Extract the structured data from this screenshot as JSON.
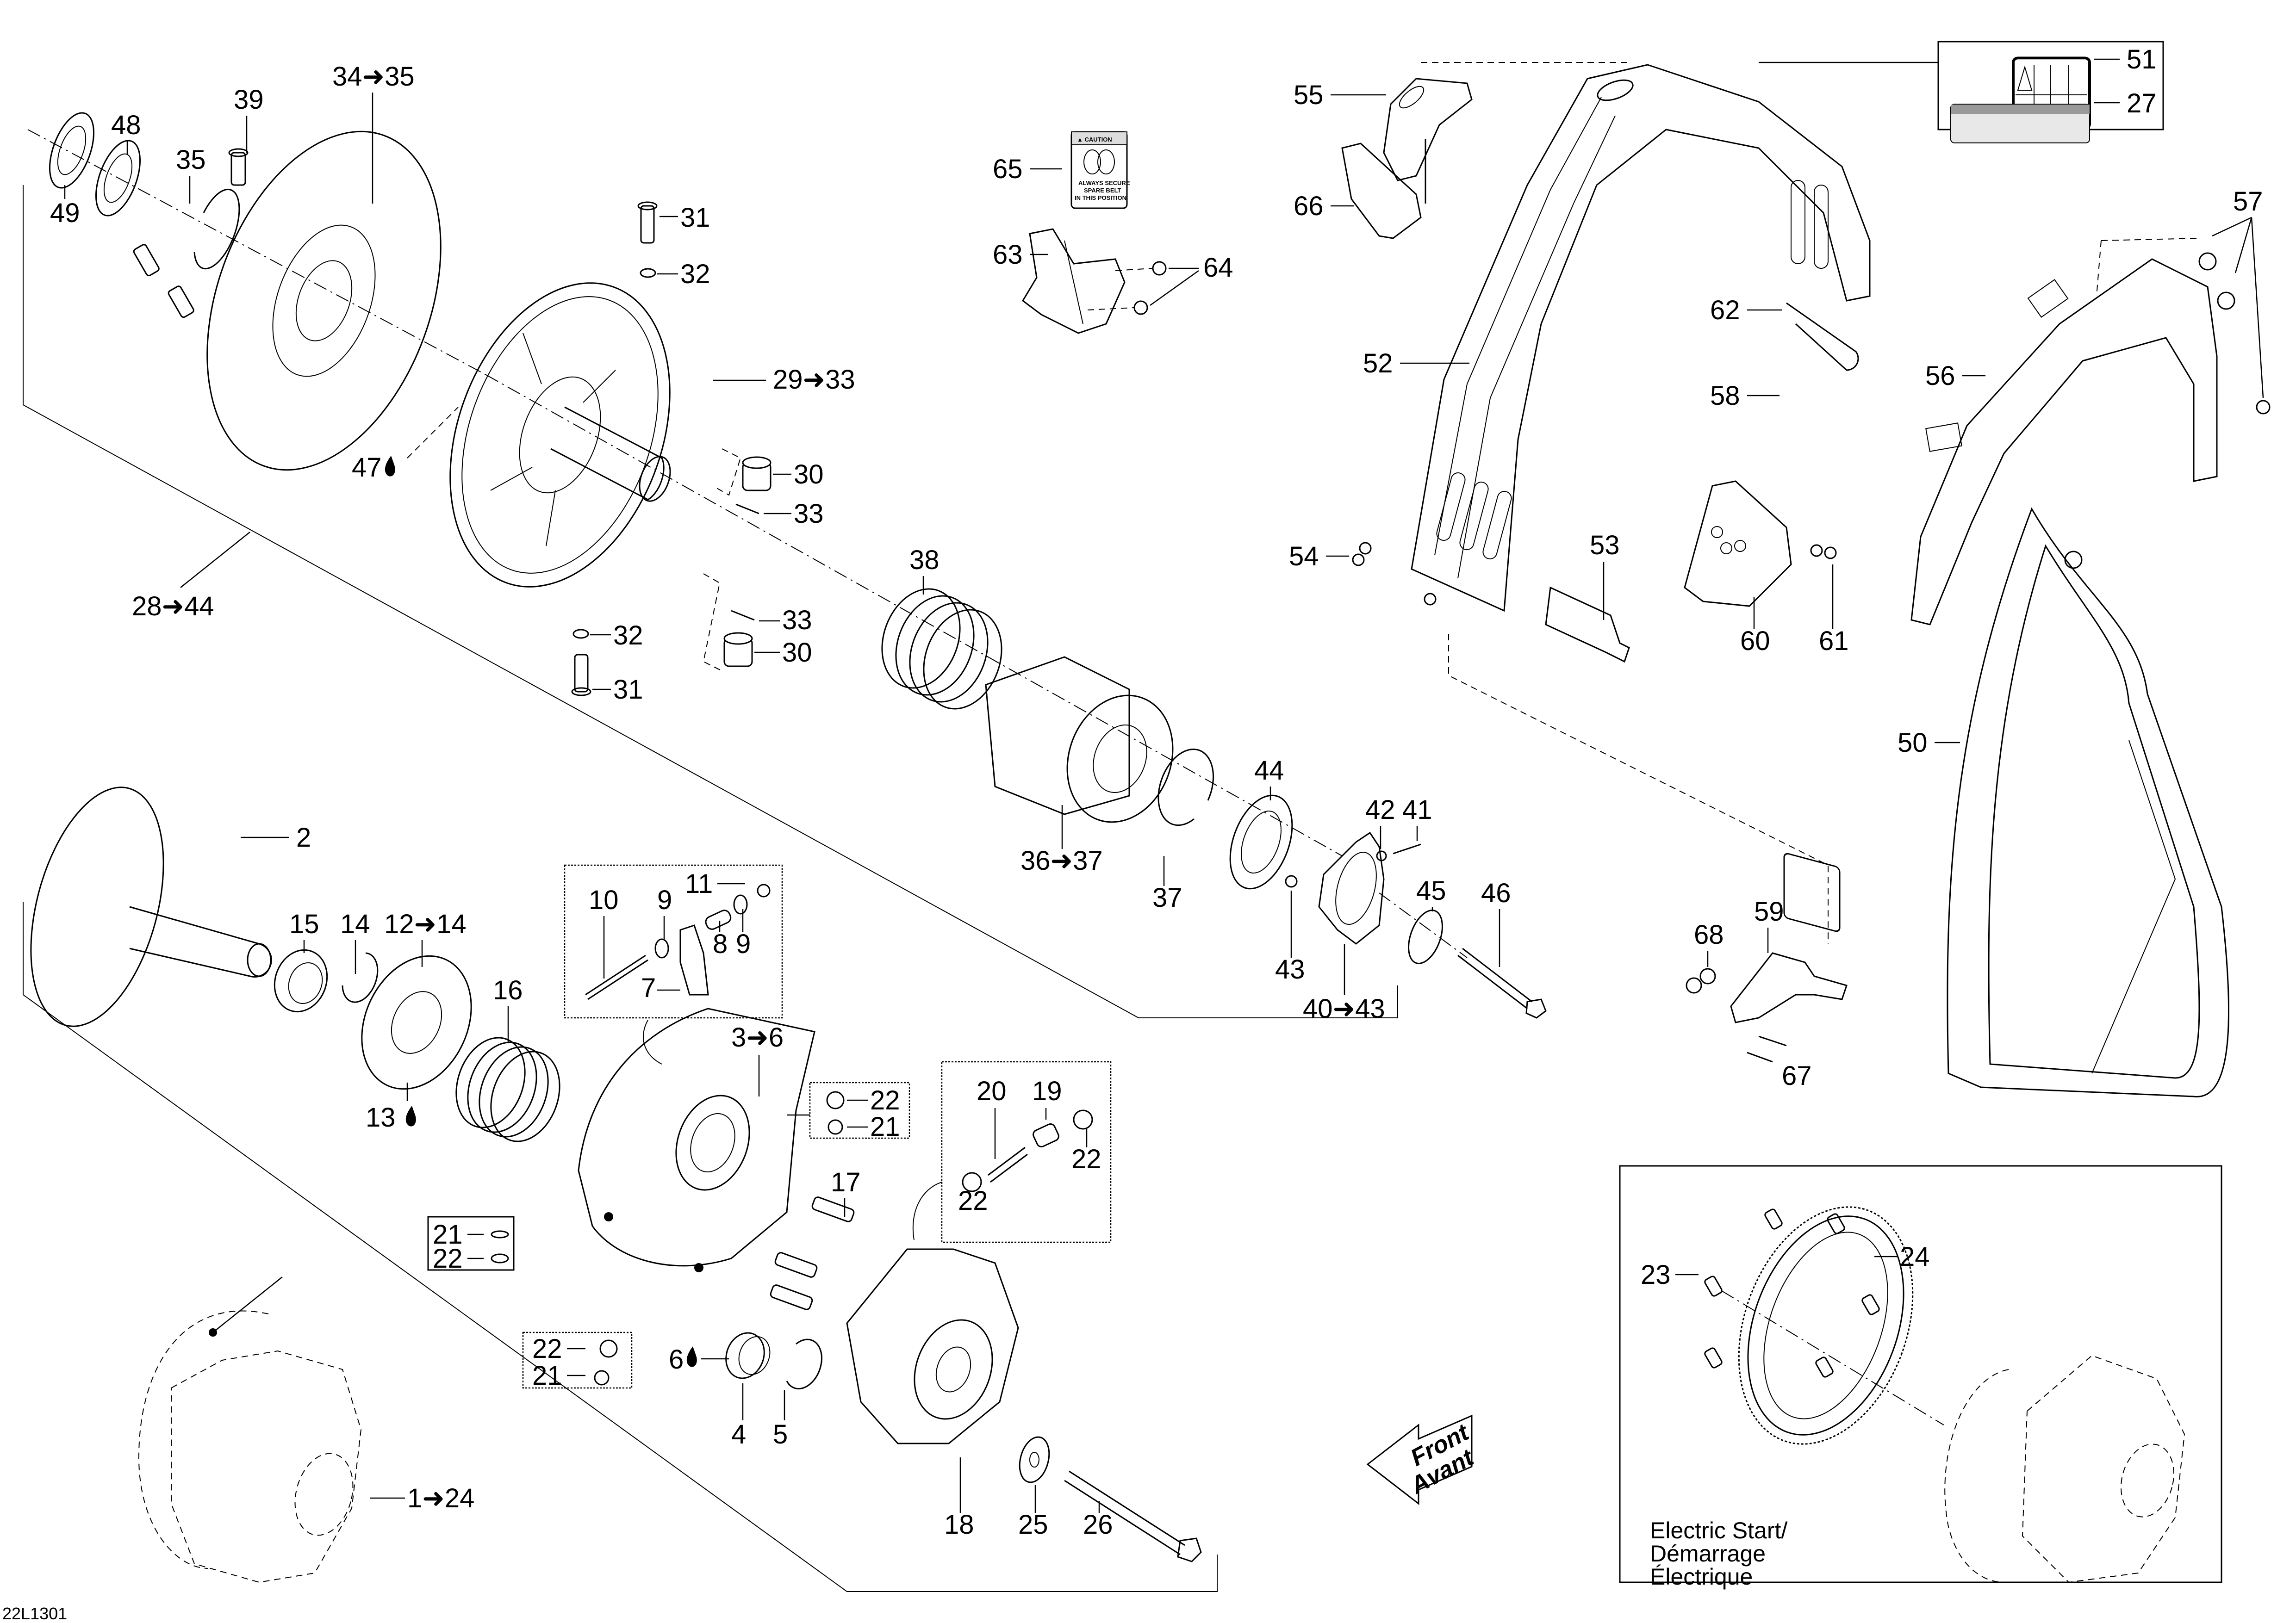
{
  "diagram": {
    "type": "exploded-parts-diagram",
    "drawing_code": "22L1301",
    "labels": {
      "l1_24": "1➜24",
      "l2": "2",
      "l3_6": "3➜6",
      "l4": "4",
      "l5": "5",
      "l6": "6",
      "l7": "7",
      "l8": "8",
      "l9a": "9",
      "l9b": "9",
      "l10": "10",
      "l11": "11",
      "l12_14": "12➜14",
      "l13": "13",
      "l14": "14",
      "l15": "15",
      "l16": "16",
      "l17": "17",
      "l18": "18",
      "l19": "19",
      "l20": "20",
      "l21a": "21",
      "l21b": "21",
      "l21c": "21",
      "l22a": "22",
      "l22b": "22",
      "l22c": "22",
      "l22d": "22",
      "l22e": "22",
      "l23": "23",
      "l24": "24",
      "l25": "25",
      "l26": "26",
      "l27": "27",
      "l28_44": "28➜44",
      "l29_33": "29➜33",
      "l30a": "30",
      "l30b": "30",
      "l31a": "31",
      "l31b": "31",
      "l32a": "32",
      "l32b": "32",
      "l33a": "33",
      "l33b": "33",
      "l34_35": "34➜35",
      "l35": "35",
      "l36_37": "36➜37",
      "l37": "37",
      "l38": "38",
      "l39": "39",
      "l40_43": "40➜43",
      "l41": "41",
      "l42": "42",
      "l43": "43",
      "l44": "44",
      "l45": "45",
      "l46": "46",
      "l47": "47",
      "l48": "48",
      "l49": "49",
      "l50": "50",
      "l51": "51",
      "l52": "52",
      "l53": "53",
      "l54": "54",
      "l55": "55",
      "l56": "56",
      "l57": "57",
      "l58": "58",
      "l59": "59",
      "l60": "60",
      "l61": "61",
      "l62": "62",
      "l63": "63",
      "l64": "64",
      "l65": "65",
      "l66": "66",
      "l67": "67",
      "l68": "68"
    },
    "symbols": {
      "lubricant_drop": "◖"
    },
    "caution_decal": {
      "title": "▲ CAUTION",
      "line1": "ALWAYS SECURE",
      "line2": "SPARE BELT",
      "line3": "IN THIS POSITION"
    },
    "direction_arrow": {
      "line1": "Front",
      "line2": "Avant"
    },
    "electric_start_note": {
      "line1": "Electric Start/",
      "line2": "Démarrage",
      "line3": "Électrique"
    }
  }
}
